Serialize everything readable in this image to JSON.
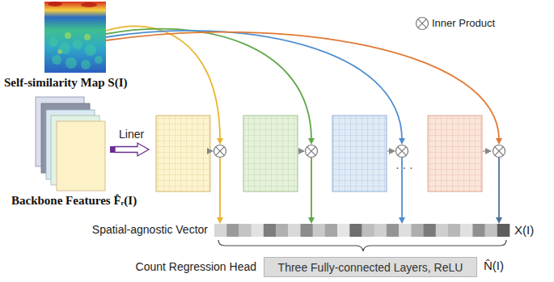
{
  "diagram": {
    "nodes": [
      {
        "text": [
          "Self-similarity Map S(I)"
        ]
      },
      {
        "text": [
          "Backbone Features F̂ᵣ(I)"
        ]
      },
      {
        "text": [
          "Spatial-agnostic Vector"
        ]
      },
      {
        "text": [
          "Count Regression Head",
          "Three Fully-connected Layers, ReLU"
        ]
      }
    ],
    "edges": [
      {
        "from": 0,
        "to": 2,
        "arrow": "to"
      },
      {
        "from": 0,
        "to": 2,
        "arrow": "to"
      },
      {
        "from": 0,
        "to": 2,
        "arrow": "to"
      },
      {
        "from": 0,
        "to": 2,
        "arrow": "to"
      }
    ],
    "labels": [
      "Liner",
      "X(I)",
      "N̂(I)"
    ],
    "legend": [
      {
        "text": "Inner Product"
      }
    ]
  }
}
